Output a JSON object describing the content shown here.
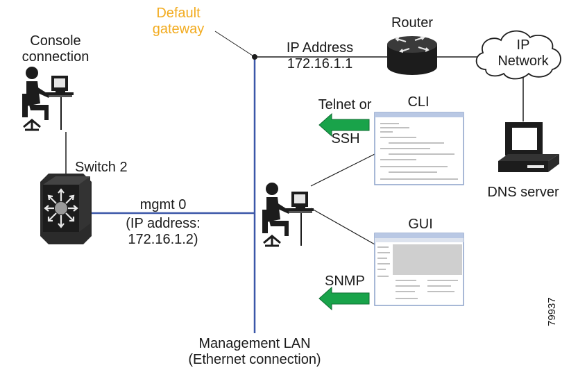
{
  "labels": {
    "console_line1": "Console",
    "console_line2": "connection",
    "gateway_line1": "Default",
    "gateway_line2": "gateway",
    "ip_address_label": "IP Address",
    "ip_address_value": "172.16.1.1",
    "router": "Router",
    "ip_network_line1": "IP",
    "ip_network_line2": "Network",
    "telnet_line1": "Telnet or",
    "telnet_line2": "SSH",
    "cli": "CLI",
    "dns_server": "DNS server",
    "switch": "Switch 2",
    "mgmt_line1": "mgmt 0",
    "mgmt_line2": "(IP address:",
    "mgmt_line3": "172.16.1.2)",
    "gui": "GUI",
    "snmp": "SNMP",
    "lan_line1": "Management LAN",
    "lan_line2": "(Ethernet connection)",
    "figure_number": "79937"
  },
  "colors": {
    "lan_line": "#3b57a8",
    "gateway_text": "#f2ab1f",
    "arrow_green": "#19a34a",
    "device_dark": "#1c1c1c"
  },
  "icons": [
    "operator-workstation-icon",
    "router-icon",
    "cloud-icon",
    "dns-server-icon",
    "switch-icon",
    "cli-window-icon",
    "gui-window-icon",
    "arrow-left-icon"
  ]
}
